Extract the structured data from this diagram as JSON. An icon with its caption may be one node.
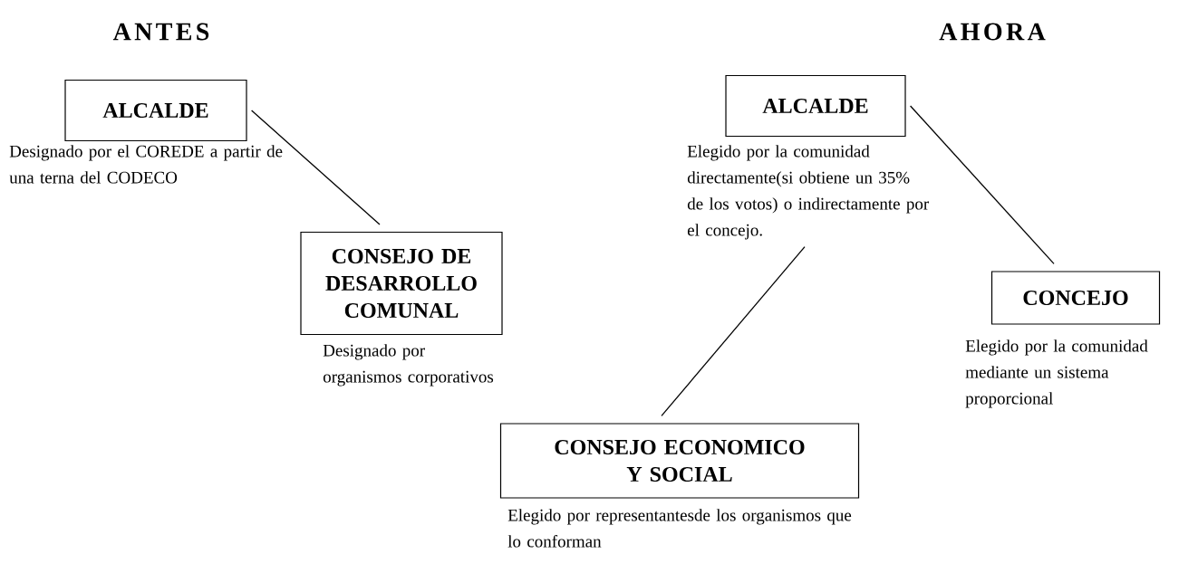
{
  "diagram": {
    "nodes": [
      {
        "text": [
          "ALCALDE"
        ],
        "beside": [
          "Designado por el COREDE a partir de una terna del CODECO"
        ]
      },
      {
        "text": [
          "CONSEJO DE DESARROLLO COMUNAL"
        ],
        "beside": [
          "Designado por organismos corporativos"
        ]
      },
      {
        "text": [
          "ALCALDE"
        ],
        "beside": [
          "Elegido por la comunidad directamente(si obtiene un 35% de los votos) o indirectamente por el concejo."
        ]
      },
      {
        "text": [
          "CONCEJO"
        ],
        "beside": [
          "Elegido por la comunidad mediante un sistema proporcional"
        ]
      },
      {
        "text": [
          "CONSEJO ECONOMICO Y SOCIAL"
        ],
        "beside": [
          "Elegido por representantesde los organismos que lo conforman"
        ]
      }
    ],
    "edges": [
      {
        "from": 0,
        "to": 1,
        "arrow": "none"
      },
      {
        "from": 2,
        "to": 3,
        "arrow": "none"
      },
      {
        "from": 2,
        "to": 4,
        "arrow": "none"
      }
    ],
    "labels": [
      "ANTES",
      "AHORA"
    ]
  }
}
